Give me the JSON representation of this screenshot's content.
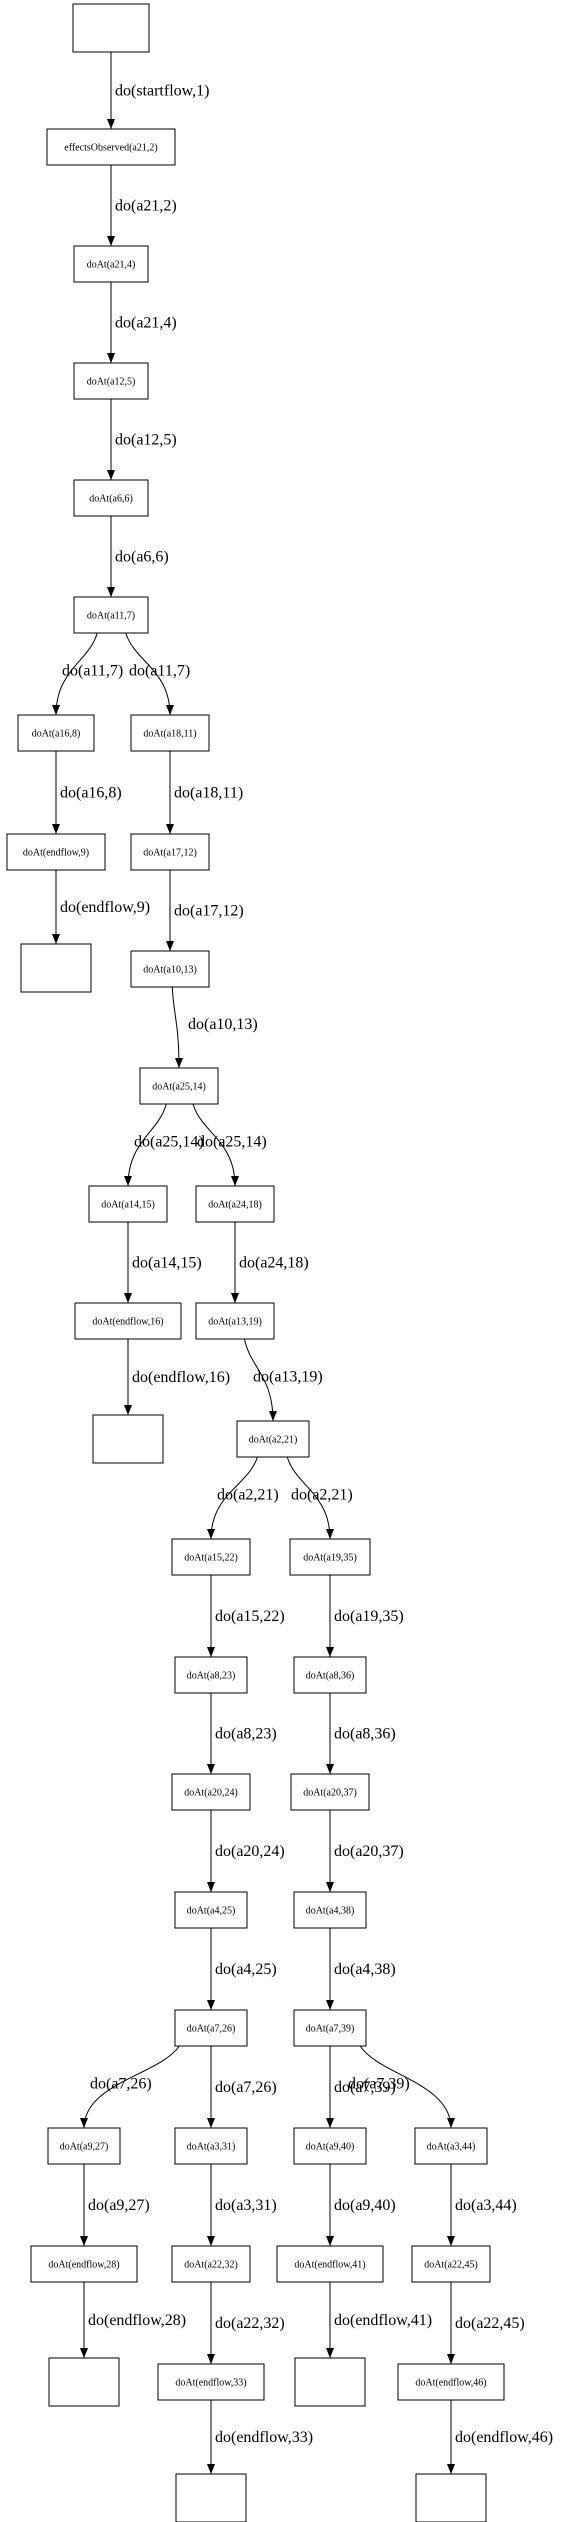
{
  "nodes": [
    {
      "id": "n0",
      "label": ""
    },
    {
      "id": "n1",
      "label": "effectsObserved(a21,2)"
    },
    {
      "id": "n2",
      "label": "doAt(a21,4)"
    },
    {
      "id": "n3",
      "label": "doAt(a12,5)"
    },
    {
      "id": "n4",
      "label": "doAt(a6,6)"
    },
    {
      "id": "n5",
      "label": "doAt(a11,7)"
    },
    {
      "id": "n6",
      "label": "doAt(a16,8)"
    },
    {
      "id": "n7",
      "label": "doAt(a18,11)"
    },
    {
      "id": "n8",
      "label": "doAt(endflow,9)"
    },
    {
      "id": "n9",
      "label": "doAt(a17,12)"
    },
    {
      "id": "n10",
      "label": ""
    },
    {
      "id": "n11",
      "label": "doAt(a10,13)"
    },
    {
      "id": "n12",
      "label": "doAt(a25,14)"
    },
    {
      "id": "n13",
      "label": "doAt(a14,15)"
    },
    {
      "id": "n14",
      "label": "doAt(a24,18)"
    },
    {
      "id": "n15",
      "label": "doAt(endflow,16)"
    },
    {
      "id": "n16",
      "label": "doAt(a13,19)"
    },
    {
      "id": "n17",
      "label": ""
    },
    {
      "id": "n18",
      "label": "doAt(a2,21)"
    },
    {
      "id": "n19",
      "label": "doAt(a15,22)"
    },
    {
      "id": "n20",
      "label": "doAt(a19,35)"
    },
    {
      "id": "n21",
      "label": "doAt(a8,23)"
    },
    {
      "id": "n22",
      "label": "doAt(a8,36)"
    },
    {
      "id": "n23",
      "label": "doAt(a20,24)"
    },
    {
      "id": "n24",
      "label": "doAt(a20,37)"
    },
    {
      "id": "n25",
      "label": "doAt(a4,25)"
    },
    {
      "id": "n26",
      "label": "doAt(a4,38)"
    },
    {
      "id": "n27",
      "label": "doAt(a7,26)"
    },
    {
      "id": "n28",
      "label": "doAt(a7,39)"
    },
    {
      "id": "n29",
      "label": "doAt(a9,27)"
    },
    {
      "id": "n30",
      "label": "doAt(a3,31)"
    },
    {
      "id": "n31",
      "label": "doAt(a9,40)"
    },
    {
      "id": "n32",
      "label": "doAt(a3,44)"
    },
    {
      "id": "n33",
      "label": "doAt(endflow,28)"
    },
    {
      "id": "n34",
      "label": "doAt(a22,32)"
    },
    {
      "id": "n35",
      "label": "doAt(endflow,41)"
    },
    {
      "id": "n36",
      "label": "doAt(a22,45)"
    },
    {
      "id": "n37",
      "label": ""
    },
    {
      "id": "n38",
      "label": "doAt(endflow,33)"
    },
    {
      "id": "n39",
      "label": ""
    },
    {
      "id": "n40",
      "label": "doAt(endflow,46)"
    },
    {
      "id": "n41",
      "label": ""
    },
    {
      "id": "n42",
      "label": ""
    }
  ],
  "edges": [
    {
      "from": "n0",
      "to": "n1",
      "label": "do(startflow,1)"
    },
    {
      "from": "n1",
      "to": "n2",
      "label": "do(a21,2)"
    },
    {
      "from": "n2",
      "to": "n3",
      "label": "do(a21,4)"
    },
    {
      "from": "n3",
      "to": "n4",
      "label": "do(a12,5)"
    },
    {
      "from": "n4",
      "to": "n5",
      "label": "do(a6,6)"
    },
    {
      "from": "n5",
      "to": "n6",
      "label": "do(a11,7)"
    },
    {
      "from": "n5",
      "to": "n7",
      "label": "do(a11,7)"
    },
    {
      "from": "n6",
      "to": "n8",
      "label": "do(a16,8)"
    },
    {
      "from": "n7",
      "to": "n9",
      "label": "do(a18,11)"
    },
    {
      "from": "n8",
      "to": "n10",
      "label": "do(endflow,9)"
    },
    {
      "from": "n9",
      "to": "n11",
      "label": "do(a17,12)"
    },
    {
      "from": "n11",
      "to": "n12",
      "label": "do(a10,13)"
    },
    {
      "from": "n12",
      "to": "n13",
      "label": "do(a25,14)"
    },
    {
      "from": "n12",
      "to": "n14",
      "label": "do(a25,14)"
    },
    {
      "from": "n13",
      "to": "n15",
      "label": "do(a14,15)"
    },
    {
      "from": "n14",
      "to": "n16",
      "label": "do(a24,18)"
    },
    {
      "from": "n15",
      "to": "n17",
      "label": "do(endflow,16)"
    },
    {
      "from": "n16",
      "to": "n18",
      "label": "do(a13,19)"
    },
    {
      "from": "n18",
      "to": "n19",
      "label": "do(a2,21)"
    },
    {
      "from": "n18",
      "to": "n20",
      "label": "do(a2,21)"
    },
    {
      "from": "n19",
      "to": "n21",
      "label": "do(a15,22)"
    },
    {
      "from": "n20",
      "to": "n22",
      "label": "do(a19,35)"
    },
    {
      "from": "n21",
      "to": "n23",
      "label": "do(a8,23)"
    },
    {
      "from": "n22",
      "to": "n24",
      "label": "do(a8,36)"
    },
    {
      "from": "n23",
      "to": "n25",
      "label": "do(a20,24)"
    },
    {
      "from": "n24",
      "to": "n26",
      "label": "do(a20,37)"
    },
    {
      "from": "n25",
      "to": "n27",
      "label": "do(a4,25)"
    },
    {
      "from": "n26",
      "to": "n28",
      "label": "do(a4,38)"
    },
    {
      "from": "n27",
      "to": "n29",
      "label": "do(a7,26)"
    },
    {
      "from": "n27",
      "to": "n30",
      "label": "do(a7,26)"
    },
    {
      "from": "n28",
      "to": "n31",
      "label": "do(a7,39)"
    },
    {
      "from": "n28",
      "to": "n32",
      "label": "do(a7,39)"
    },
    {
      "from": "n29",
      "to": "n33",
      "label": "do(a9,27)"
    },
    {
      "from": "n30",
      "to": "n34",
      "label": "do(a3,31)"
    },
    {
      "from": "n31",
      "to": "n35",
      "label": "do(a9,40)"
    },
    {
      "from": "n32",
      "to": "n36",
      "label": "do(a3,44)"
    },
    {
      "from": "n33",
      "to": "n37",
      "label": "do(endflow,28)"
    },
    {
      "from": "n34",
      "to": "n38",
      "label": "do(a22,32)"
    },
    {
      "from": "n35",
      "to": "n39",
      "label": "do(endflow,41)"
    },
    {
      "from": "n36",
      "to": "n40",
      "label": "do(a22,45)"
    },
    {
      "from": "n38",
      "to": "n41",
      "label": "do(endflow,33)"
    },
    {
      "from": "n40",
      "to": "n42",
      "label": "do(endflow,46)"
    }
  ]
}
